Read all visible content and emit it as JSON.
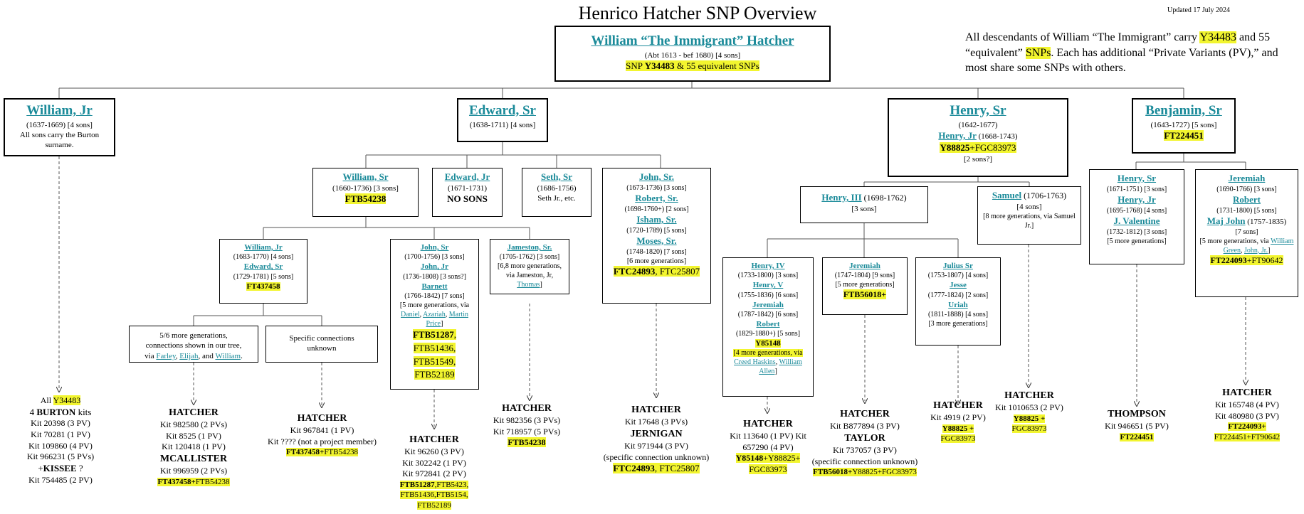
{
  "title": "Henrico Hatcher SNP Overview",
  "updated": "Updated 17 July 2024",
  "note": {
    "p1": "All descendants of William “The Immigrant” carry ",
    "snp": "Y34483",
    "p2": " and 55 “equivalent” ",
    "snps": "SNPs",
    "p3": ". Each has additional “Private Variants (PV),” and most share some SNPs with others."
  },
  "root": {
    "name": "William “The Immigrant” Hatcher",
    "dates": "(Abt 1613 - bef 1680) [4 sons]",
    "snp_pre": "SNP ",
    "snp": "Y34483",
    "snp_post": " & 55 equivalent SNPs"
  },
  "william_jr": {
    "name": "William, Jr",
    "dates": "(1637-1669) [4 sons]",
    "note": "All sons carry the Burton surname."
  },
  "edward_sr": {
    "name": "Edward, Sr",
    "dates": "(1638-1711) [4 sons]"
  },
  "henry_sr": {
    "name": "Henry, Sr",
    "dates": "(1642-1677)",
    "son": "Henry, Jr",
    "son_dates": " (1668-1743)",
    "snp": "Y88825",
    "snp2": "+FGC83973",
    "sons": "[2 sons?]"
  },
  "benjamin_sr": {
    "name": "Benjamin, Sr",
    "dates": "(1643-1727) [5 sons]",
    "snp": "FT224451"
  },
  "e_william_sr": {
    "name": "William, Sr",
    "dates": "(1660-1736) [3 sons]",
    "snp": "FTB54238"
  },
  "e_edward_jr": {
    "name": "Edward, Jr",
    "dates": "(1671-1731)",
    "note": "NO SONS"
  },
  "e_seth_sr": {
    "name": "Seth, Sr",
    "dates": "(1686-1756)",
    "note": "Seth Jr., etc."
  },
  "e_john_sr": {
    "n1": "John, Sr.",
    "d1": "(1673-1736) [3 sons]",
    "n2": "Robert, Sr.",
    "d2": "(1698-1760+) [2 sons]",
    "n3": "Isham, Sr.",
    "d3": "(1720-1789) [5 sons]",
    "n4": "Moses, Sr.",
    "d4": "(1748-1820) [7 sons]",
    "more": "[6 more generations]",
    "snp": "FTC24893",
    "snp2": ", FTC25807"
  },
  "ew_william_jr": {
    "n1": "William, Jr",
    "d1": "(1683-1770) [4 sons]",
    "n2": "Edward, Sr",
    "d2": "(1729-1781) [5 sons]",
    "snp": "FT437458"
  },
  "ew_john_sr": {
    "n1": "John, Sr",
    "d1": "(1700-1756) [3 sons]",
    "n2": "John, Jr",
    "d2": "(1736-1808) [3 sons?]",
    "n3": "Barnett",
    "d3": "(1766-1842) [7 sons]",
    "more": "[5 more generations, via ",
    "l1": "Daniel",
    "c1": ", ",
    "l2": "Azariah",
    "c2": ", ",
    "l3": "Martin Price",
    "end": "]",
    "s1": "FTB51287",
    "s1c": ",",
    "s2": "FTB51436,",
    "s3": "FTB51549,",
    "s4": "FTB52189"
  },
  "ew_jameston": {
    "name": "Jameston, Sr.",
    "dates": "(1705-1762) [3 sons]",
    "more": "[6,8 more generations, via Jameston, Jr, ",
    "link": "Thomas",
    "end": "]"
  },
  "eww_more": {
    "l1": "5/6 more generations,",
    "l2": "connections shown in our tree,",
    "l3": "via ",
    "a": "Farley",
    "c1": ", ",
    "b": "Elijah",
    "c2": ", and ",
    "c": "William",
    "end": "."
  },
  "eww_unknown": {
    "l1": "Specific connections",
    "l2": "unknown"
  },
  "h_henry_iii": {
    "name": "Henry, III",
    "dates": " (1698-1762)",
    "sons": "[3 sons]"
  },
  "h_samuel": {
    "name": "Samuel",
    "dates": " (1706-1763)",
    "sons": "[4 sons]",
    "more": "[8 more generations, via Samuel Jr.]"
  },
  "hh_henry_iv": {
    "n1": "Henry, IV",
    "d1": "(1733-1800) [3 sons]",
    "n2": "Henry, V",
    "d2": "(1755-1836) [6 sons]",
    "n3": "Jeremiah",
    "d3": "(1787-1842) [6 sons]",
    "n4": "Robert",
    "d4": "(1829-1880+) [5 sons]",
    "snp": "Y85148",
    "more": "[4 more generations, via ",
    "l1": "Creed Haskins",
    "c1": ", ",
    "l2": "William Allen",
    "end": "]"
  },
  "hh_jeremiah": {
    "name": "Jeremiah",
    "dates": "(1747-1804) [9 sons]",
    "more": "[5 more generations]",
    "snp": "FTB56018+"
  },
  "hh_julius": {
    "n1": "Julius Sr",
    "d1": "(1753-1807) [4 sons]",
    "n2": "Jesse",
    "d2": "(1777-1824) [2 sons]",
    "n3": "Uriah",
    "d3": "(1811-1888) [4 sons]",
    "more": "[3 more generations]"
  },
  "b_henry_sr": {
    "n1": "Henry, Sr",
    "d1": "(1671-1751) [3 sons]",
    "n2": "Henry, Jr",
    "d2": "(1695-1768) [4 sons]",
    "n3": "J. Valentine",
    "d3": "(1732-1812) [3 sons]",
    "more": "[5 more generations]"
  },
  "b_jeremiah": {
    "n1": "Jeremiah",
    "d1": "(1690-1766) [3 sons]",
    "n2": "Robert",
    "d2": "(1731-1800) [5 sons]",
    "n3": "Maj John",
    "d3": " (1757-1835)",
    "sons": "[7 sons]",
    "more": "[5 more generations, via ",
    "l1": "William Green",
    "c1": ", ",
    "l2": "John, Jr.",
    "end": "]",
    "snp": "FT224093",
    "snp2": "+FT90642"
  },
  "k_burton": {
    "all": "All ",
    "snp": "Y34483",
    "p4": "4 ",
    "sur": "BURTON",
    "kits": " kits",
    "k1": "Kit 20398 (3 PV)",
    "k2": "Kit 70281 (1 PV)",
    "k3": "Kit 109860 (4 PV)",
    "k4": "Kit 966231 (5 PVs)",
    "plus": "+",
    "sur2": "KISSEE",
    "q": " ?",
    "k5": "Kit 754485 (2 PV)"
  },
  "k_hatcher_mc": {
    "sur": "HATCHER",
    "k1": "Kit 982580 (2 PVs)",
    "k2": "Kit 8525 (1 PV)",
    "k3": "Kit 120418 (1 PV)",
    "sur2": "MCALLISTER",
    "k4": "Kit 996959 (2 PVs)",
    "snp": "FT437458+",
    "snp2": "FTB54238"
  },
  "k_hatcher_unk": {
    "sur": "HATCHER",
    "k1": "Kit 967841 (1 PV)",
    "k2": "Kit ???? (not a project member)",
    "snp": "FT437458+",
    "snp2": "FTB54238"
  },
  "k_hatcher_john": {
    "sur": "HATCHER",
    "k1": "Kit 96260 (3 PV)",
    "k2": "Kit 302242 (1 PV)",
    "k3": "Kit 972841 (2 PV)",
    "s1": "FTB51287",
    "s1b": ",FTB5423,",
    "s2": "FTB51436,FTB5154,",
    "s3": "FTB52189"
  },
  "k_hatcher_jam": {
    "sur": "HATCHER",
    "k1": "Kit 982356 (3 PVs)",
    "k2": "Kit 718957 (5 PVs)",
    "snp": "FTB54238"
  },
  "k_hatcher_jern": {
    "sur": "HATCHER",
    "k1": "Kit 17648 (3 PVs)",
    "sur2": "JERNIGAN",
    "k2": "Kit 971944 (3 PV)",
    "note": "(specific connection unknown)",
    "snp": "FTC24893",
    "snp2": ", FTC25807"
  },
  "k_hatcher_h4": {
    "sur": "HATCHER",
    "k1": "Kit 113640 (1 PV) Kit",
    "k2": "657290 (4 PV)",
    "snp": "Y85148",
    "snp2": "+Y88825+",
    "snp3": "FGC83973"
  },
  "k_hatcher_tay": {
    "sur": "HATCHER",
    "k1": "Kit B877894 (3 PV)",
    "sur2": "TAYLOR",
    "k2": "Kit 737057 (3 PV)",
    "note": "(specific connection unknown)",
    "snp": "FTB56018+",
    "snp2": "Y88825+FGC83973"
  },
  "k_hatcher_jul": {
    "sur": "HATCHER",
    "k1": "Kit 4919 (2 PV)",
    "snp": "Y88825 +",
    "snp2": "FGC83973"
  },
  "k_hatcher_sam": {
    "sur": "HATCHER",
    "k1": "Kit 1010653 (2 PV)",
    "snp": "Y88825 +",
    "snp2": "FGC83973"
  },
  "k_thompson": {
    "sur": "THOMPSON",
    "k1": "Kit 946651 (5 PV)",
    "snp": "FT224451"
  },
  "k_hatcher_ben": {
    "sur": "HATCHER",
    "k1": "Kit 165748 (4 PV)",
    "k2": "Kit 480980 (3 PV)",
    "snp": "FT224093+",
    "snp2": "FT224451+FT90642"
  }
}
